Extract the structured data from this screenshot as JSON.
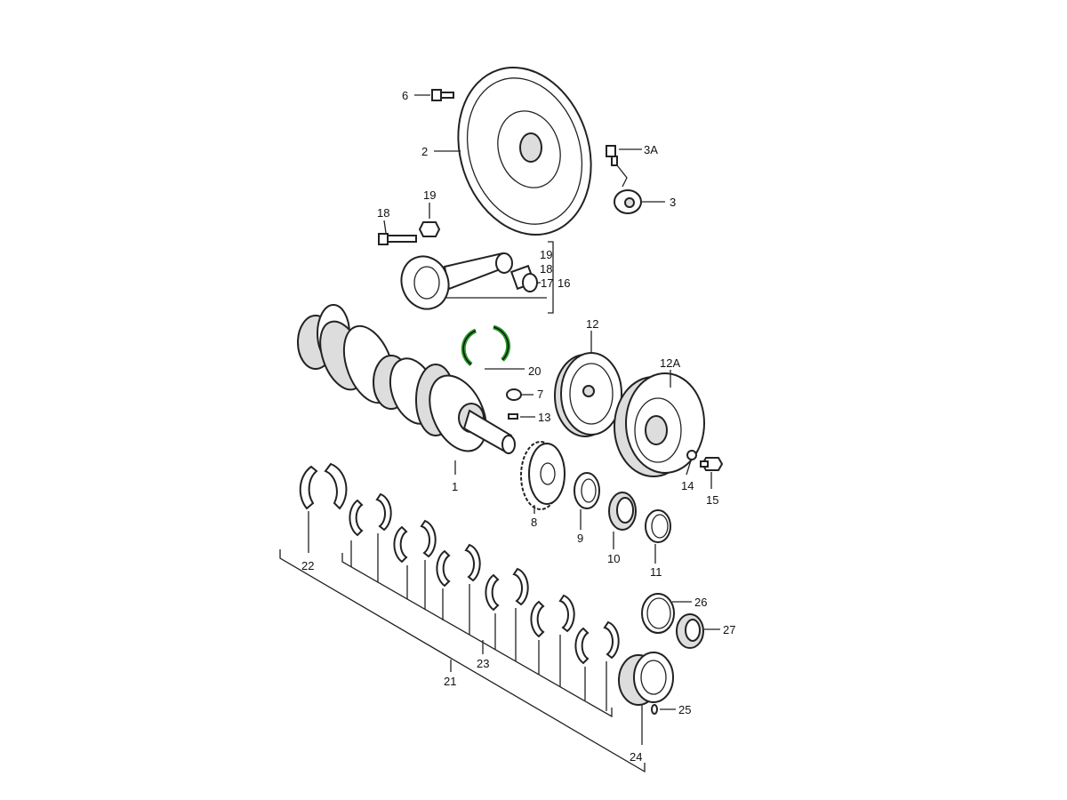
{
  "accent_color": "#2a9a2a",
  "labels": {
    "l6": "6",
    "l2": "2",
    "l3a": "3A",
    "l3": "3",
    "l18a": "18",
    "l19a": "19",
    "l19b": "19",
    "l18b": "18",
    "l17": "17",
    "l16": "16",
    "l12": "12",
    "l12a": "12A",
    "l20": "20",
    "l7": "7",
    "l13": "13",
    "l1": "1",
    "l8": "8",
    "l9": "9",
    "l10": "10",
    "l11": "11",
    "l14": "14",
    "l15": "15",
    "l22": "22",
    "l23": "23",
    "l21": "21",
    "l26": "26",
    "l27": "27",
    "l25": "25",
    "l24": "24"
  }
}
